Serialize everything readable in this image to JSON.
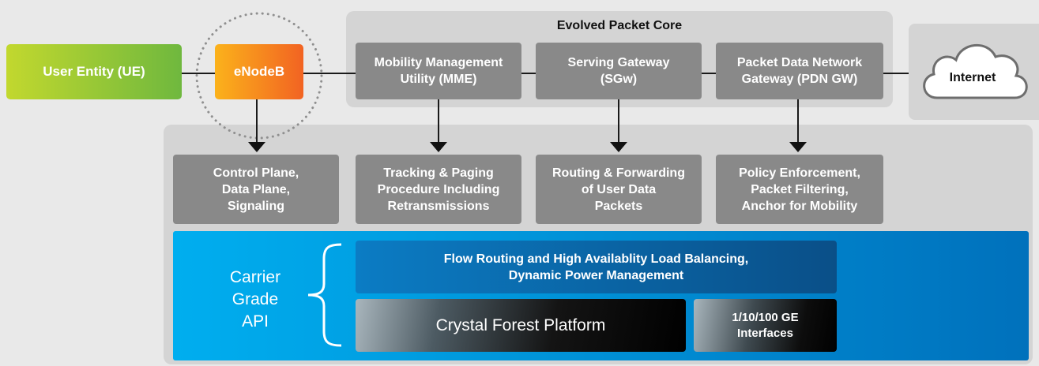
{
  "ue": {
    "label": "User Entity (UE)"
  },
  "enodeb": {
    "label": "eNodeB"
  },
  "epc": {
    "title": "Evolved Packet Core",
    "mme": "Mobility Management\nUtility (MME)",
    "sgw": "Serving Gateway\n(SGw)",
    "pdngw": "Packet Data Network\nGateway (PDN GW)"
  },
  "internet": {
    "label": "Internet"
  },
  "functions": [
    "Control Plane,\nData Plane,\nSignaling",
    "Tracking & Paging\nProcedure Including\nRetransmissions",
    "Routing & Forwarding\nof User Data\nPackets",
    "Policy Enforcement,\nPacket Filtering,\nAnchor for Mobility"
  ],
  "carrier": {
    "api_label": "Carrier\nGrade\nAPI",
    "flow_routing": "Flow Routing and High Availablity Load Balancing,\nDynamic Power Management",
    "platform": "Crystal Forest Platform",
    "interfaces": "1/10/100 GE\nInterfaces"
  },
  "colors": {
    "ue_gradient": [
      "#c2d82e",
      "#6fb83e"
    ],
    "enodeb_gradient": [
      "#fbb21b",
      "#f26322"
    ],
    "gray_box": "#898989",
    "blue_panel": [
      "#00aeef",
      "#0071bc"
    ]
  }
}
